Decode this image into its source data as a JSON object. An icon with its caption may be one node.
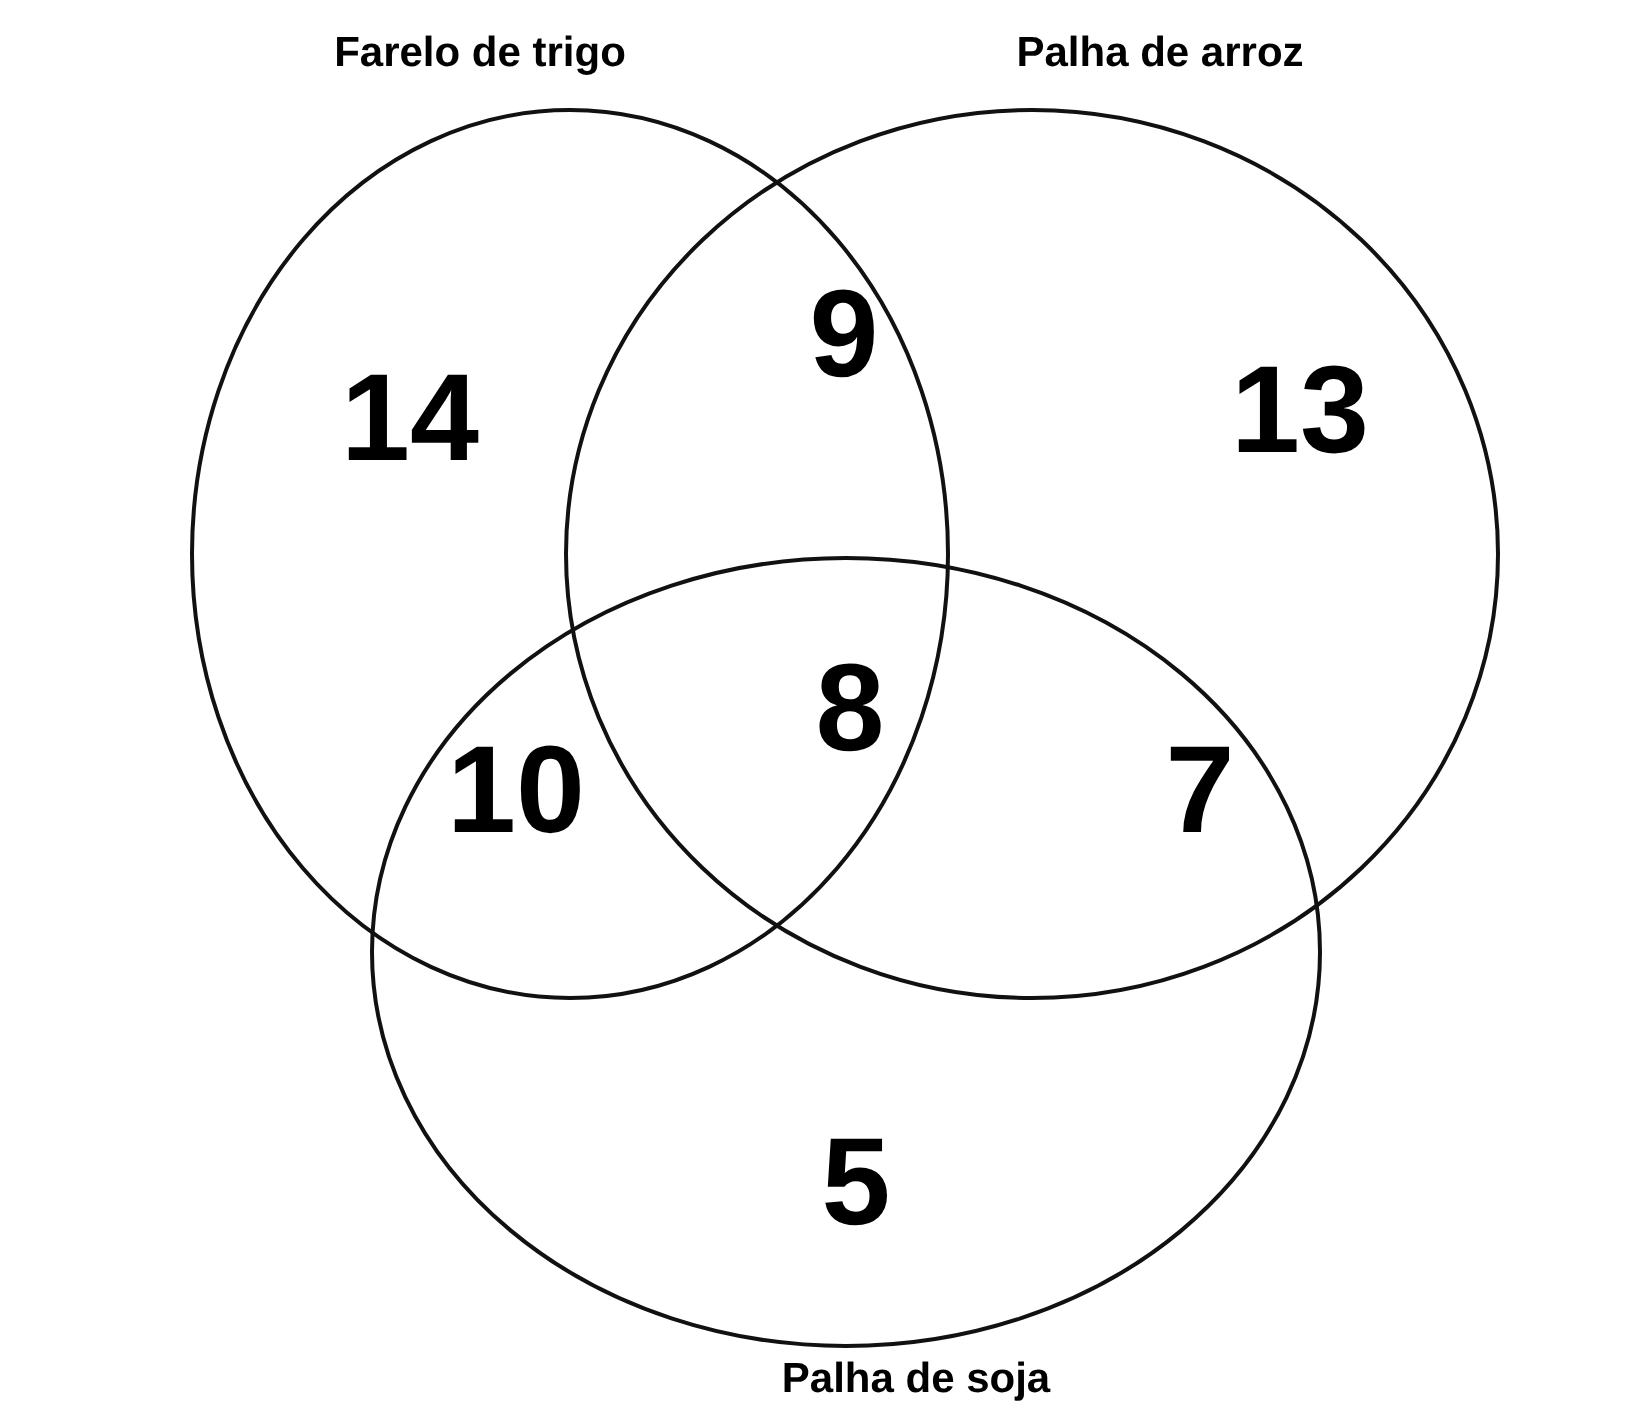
{
  "diagram": {
    "nodes": [
      {
        "text": [
          "Farelo de trigo"
        ]
      },
      {
        "text": [
          "Palha de arroz"
        ]
      },
      {
        "text": [
          "Palha de soja"
        ]
      }
    ],
    "labels": [
      "9",
      "14",
      "13",
      "8",
      "10",
      "7",
      "5"
    ]
  }
}
